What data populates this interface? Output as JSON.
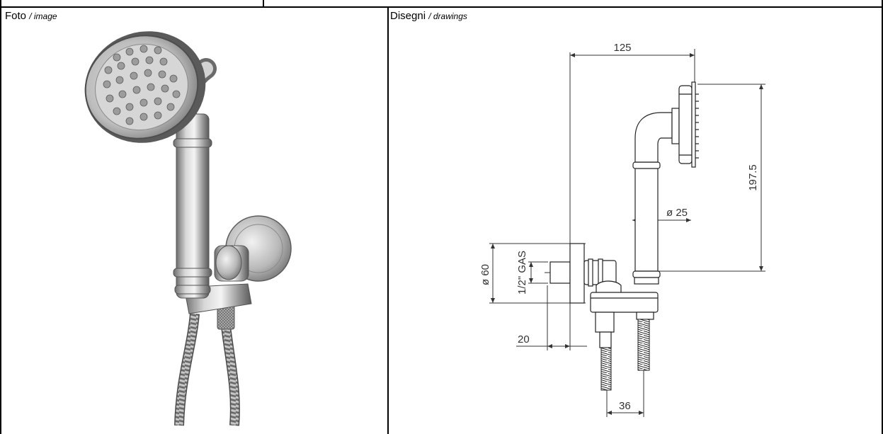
{
  "photo_panel": {
    "label": "Foto",
    "sublabel": "/ image"
  },
  "drawing_panel": {
    "label": "Disegni",
    "sublabel": "/ drawings",
    "dimensions": {
      "width_overall": "125",
      "height": "197.5",
      "handle_diameter": "ø 25",
      "plate_diameter": "ø 60",
      "thread": "1/2\" GAS",
      "projection": "20",
      "spacing": "36"
    }
  }
}
